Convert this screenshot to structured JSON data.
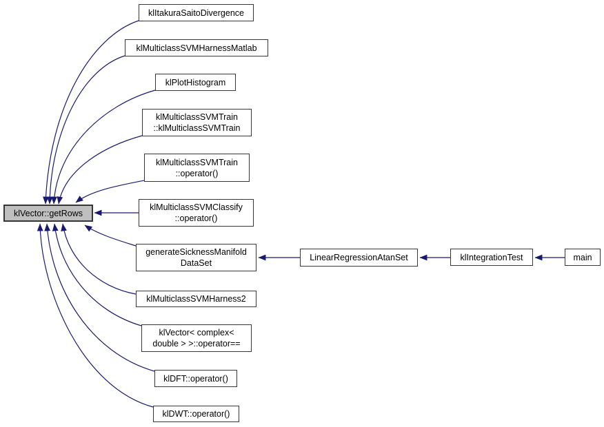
{
  "diagram": {
    "type": "call-graph",
    "focus_node": "klVector::getRows",
    "colors": {
      "edge": "#191970",
      "node_border": "#353535",
      "node_fill": "#ffffff",
      "focus_fill": "#bfbfbf",
      "text": "#000000",
      "background": "#ffffff"
    },
    "nodes": [
      {
        "lines": [
          "klVector::getRows"
        ]
      },
      {
        "lines": [
          "klItakuraSaitoDivergence"
        ]
      },
      {
        "lines": [
          "klMulticlassSVMHarnessMatlab"
        ]
      },
      {
        "lines": [
          "klPlotHistogram"
        ]
      },
      {
        "lines": [
          "klMulticlassSVMTrain",
          "::klMulticlassSVMTrain"
        ]
      },
      {
        "lines": [
          "klMulticlassSVMTrain",
          "::operator()"
        ]
      },
      {
        "lines": [
          "klMulticlassSVMClassify",
          "::operator()"
        ]
      },
      {
        "lines": [
          "generateSicknessManifold",
          "DataSet"
        ]
      },
      {
        "lines": [
          "klMulticlassSVMHarness2"
        ]
      },
      {
        "lines": [
          "klVector< complex<",
          "double > >::operator=="
        ]
      },
      {
        "lines": [
          "klDFT::operator()"
        ]
      },
      {
        "lines": [
          "klDWT::operator()"
        ]
      },
      {
        "lines": [
          "LinearRegressionAtanSet"
        ]
      },
      {
        "lines": [
          "klIntegrationTest"
        ]
      },
      {
        "lines": [
          "main"
        ]
      }
    ],
    "edges": [
      {
        "from": "klItakuraSaitoDivergence",
        "to": "klVector::getRows"
      },
      {
        "from": "klMulticlassSVMHarnessMatlab",
        "to": "klVector::getRows"
      },
      {
        "from": "klPlotHistogram",
        "to": "klVector::getRows"
      },
      {
        "from": "klMulticlassSVMTrain::klMulticlassSVMTrain",
        "to": "klVector::getRows"
      },
      {
        "from": "klMulticlassSVMTrain::operator()",
        "to": "klVector::getRows"
      },
      {
        "from": "klMulticlassSVMClassify::operator()",
        "to": "klVector::getRows"
      },
      {
        "from": "generateSicknessManifoldDataSet",
        "to": "klVector::getRows"
      },
      {
        "from": "klMulticlassSVMHarness2",
        "to": "klVector::getRows"
      },
      {
        "from": "klVector< complex< double > >::operator==",
        "to": "klVector::getRows"
      },
      {
        "from": "klDFT::operator()",
        "to": "klVector::getRows"
      },
      {
        "from": "klDWT::operator()",
        "to": "klVector::getRows"
      },
      {
        "from": "LinearRegressionAtanSet",
        "to": "generateSicknessManifoldDataSet"
      },
      {
        "from": "klIntegrationTest",
        "to": "LinearRegressionAtanSet"
      },
      {
        "from": "main",
        "to": "klIntegrationTest"
      }
    ]
  }
}
